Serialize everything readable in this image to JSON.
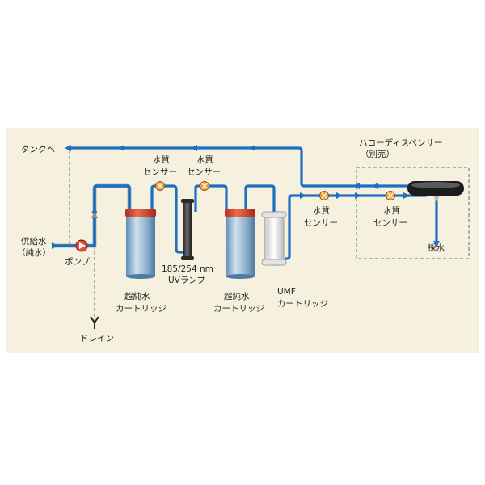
{
  "labels": {
    "tank": "タンクへ",
    "supply_line1": "供給水",
    "supply_line2": "（純水）",
    "pump": "ポンプ",
    "drain": "ドレイン",
    "sensor1_line1": "水質",
    "sensor1_line2": "センサー",
    "sensor2_line1": "水質",
    "sensor2_line2": "センサー",
    "cartridge1_line1": "超純水",
    "cartridge1_line2": "カートリッジ",
    "uv_line1": "185/254 nm",
    "uv_line2": "UVランプ",
    "cartridge2_line1": "超純水",
    "cartridge2_line2": "カートリッジ",
    "umf_line1": "UMF",
    "umf_line2": "カートリッジ",
    "sensor3_line1": "水質",
    "sensor3_line2": "センサー",
    "dispenser_line1": "ハローディスペンサー",
    "dispenser_line2": "（別売）",
    "sensor4_line1": "水質",
    "sensor4_line2": "センサー",
    "sampling": "採水"
  },
  "colors": {
    "panel_bg": "#f6f1de",
    "pipe": "#1f6fc0",
    "cartridge_body": "#8fb1cd",
    "cartridge_cap": "#e0412c",
    "sensor": "#f0a33a",
    "dashed_line": "#9b9b9b"
  },
  "icons": [
    "pump-icon",
    "drain-icon",
    "sensor-valve-icon",
    "uv-lamp-icon",
    "cartridge-icon",
    "umf-cartridge-icon",
    "dispenser-icon"
  ]
}
